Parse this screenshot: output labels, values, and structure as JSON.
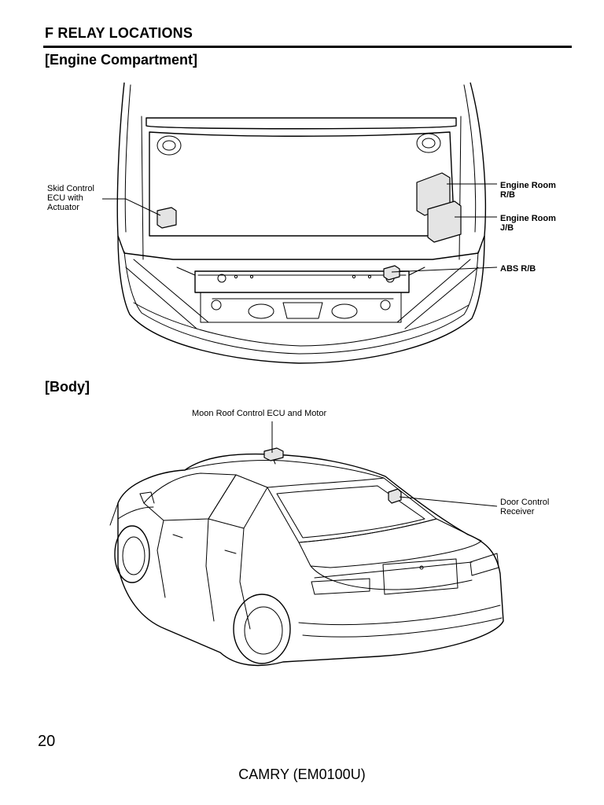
{
  "header": {
    "section_title": "F  RELAY LOCATIONS",
    "engine_heading": "[Engine Compartment]",
    "body_heading": "[Body]"
  },
  "engine_labels": {
    "skid_control": [
      "Skid Control",
      "ECU with",
      "Actuator"
    ],
    "engine_room_rb": [
      "Engine Room",
      "R/B"
    ],
    "engine_room_jb": [
      "Engine Room",
      "J/B"
    ],
    "abs_rb": "ABS R/B"
  },
  "body_labels": {
    "moon_roof": "Moon Roof Control ECU and Motor",
    "door_control": [
      "Door Control",
      "Receiver"
    ]
  },
  "footer": {
    "page_number": "20",
    "model": "CAMRY (EM0100U)"
  }
}
